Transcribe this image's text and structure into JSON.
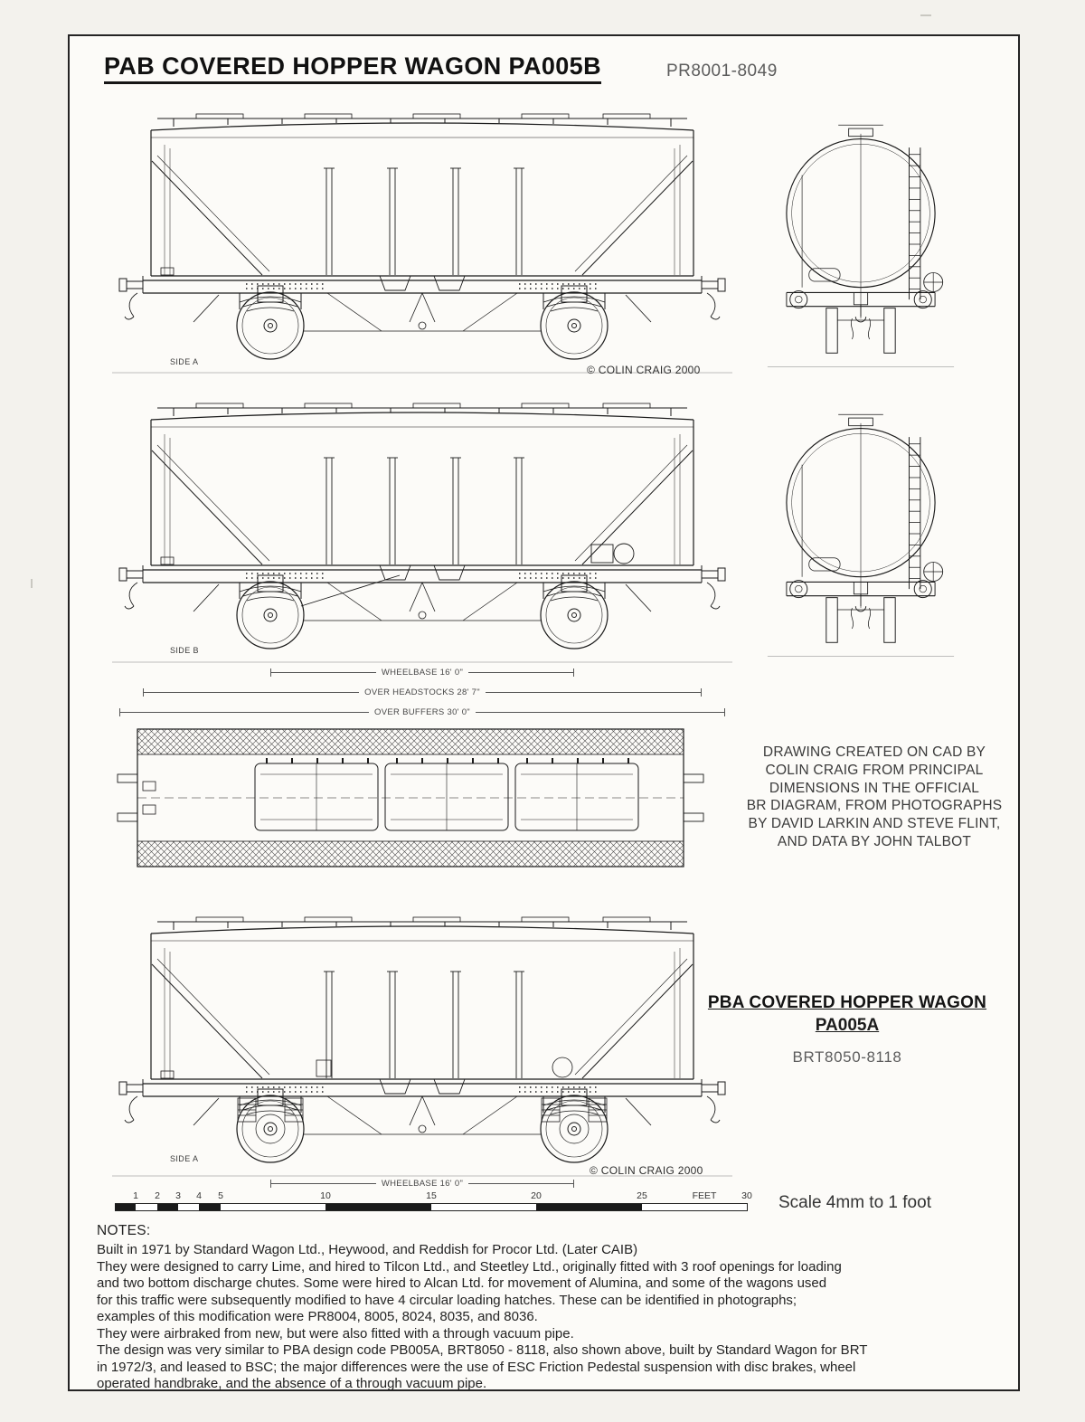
{
  "header": {
    "title": "PAB COVERED HOPPER WAGON PA005B",
    "number_range": "PR8001-8049"
  },
  "labels": {
    "side_a": "SIDE A",
    "side_b": "SIDE B",
    "side_a_pba": "SIDE A",
    "copyright_1": "© COLIN CRAIG 2000",
    "copyright_2": "© COLIN CRAIG 2000"
  },
  "dimensions": {
    "wheelbase": "WHEELBASE 16' 0\"",
    "over_headstocks": "OVER HEADSTOCKS 28' 7\"",
    "over_buffers": "OVER BUFFERS 30' 0\"",
    "wheelbase_pba": "WHEELBASE 16' 0\""
  },
  "credit": {
    "lines": [
      "DRAWING CREATED ON CAD BY",
      "COLIN CRAIG FROM PRINCIPAL",
      "DIMENSIONS IN THE OFFICIAL",
      "BR DIAGRAM, FROM PHOTOGRAPHS",
      "BY DAVID LARKIN AND STEVE FLINT,",
      "AND DATA BY JOHN TALBOT"
    ]
  },
  "pba": {
    "title": "PBA COVERED HOPPER WAGON",
    "code": "PA005A",
    "number_range": "BRT8050-8118"
  },
  "scale": {
    "ticks": [
      "1",
      "2",
      "3",
      "4",
      "5",
      "10",
      "15",
      "20",
      "25",
      "30"
    ],
    "feet_label": "FEET",
    "caption": "Scale 4mm to 1 foot"
  },
  "notes": {
    "heading": "NOTES:",
    "lines": [
      "Built in 1971 by Standard Wagon Ltd., Heywood, and Reddish for Procor Ltd. (Later CAIB)",
      "They were designed to carry Lime, and hired to Tilcon Ltd., and Steetley Ltd., originally fitted with 3 roof openings for loading",
      "and two bottom discharge chutes. Some were hired to Alcan Ltd. for movement of Alumina, and some of the wagons used",
      "for this traffic were subsequently modified to have 4 circular loading hatches. These can be identified in photographs;",
      "examples of this modification were PR8004, 8005, 8024, 8035, and 8036.",
      "They were airbraked from new, but were also fitted with a through vacuum pipe.",
      "The design was very similar to PBA design code PB005A, BRT8050 - 8118, also shown above, built by Standard Wagon for BRT",
      "in 1972/3, and leased to BSC; the major differences were the use of ESC Friction Pedestal suspension with disc brakes, wheel",
      "operated handbrake, and the absence of a through vacuum pipe."
    ]
  },
  "colors": {
    "ink": "#1a1a1a",
    "paper": "#fcfbf8",
    "muted": "#5c5c5c"
  }
}
